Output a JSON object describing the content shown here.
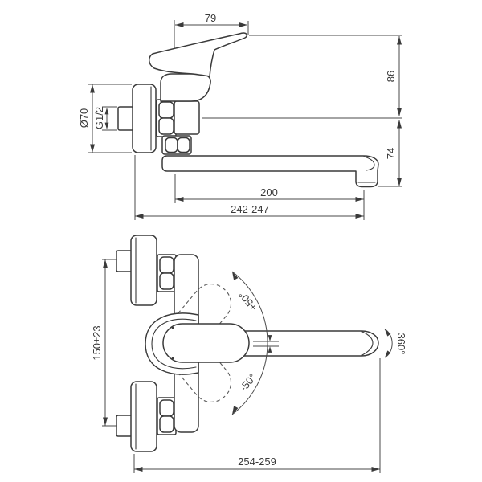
{
  "drawing": {
    "colors": {
      "background": "#ffffff",
      "line": "#3a3a3a",
      "dimension_line": "#4a4a4a",
      "text": "#3a3a3a"
    },
    "side_view": {
      "handle_length": "79",
      "height_above_connection": "86",
      "height_below_connection": "74",
      "flange_diameter": "Ø70",
      "connection_thread": "G1/2",
      "spout_reach": "200",
      "total_reach": "242-247"
    },
    "front_view": {
      "connection_spacing": "150±23",
      "handle_swing_up": "+50°",
      "handle_swing_down": "-50°",
      "spout_swivel": "360°",
      "overall_width": "254-259"
    }
  }
}
